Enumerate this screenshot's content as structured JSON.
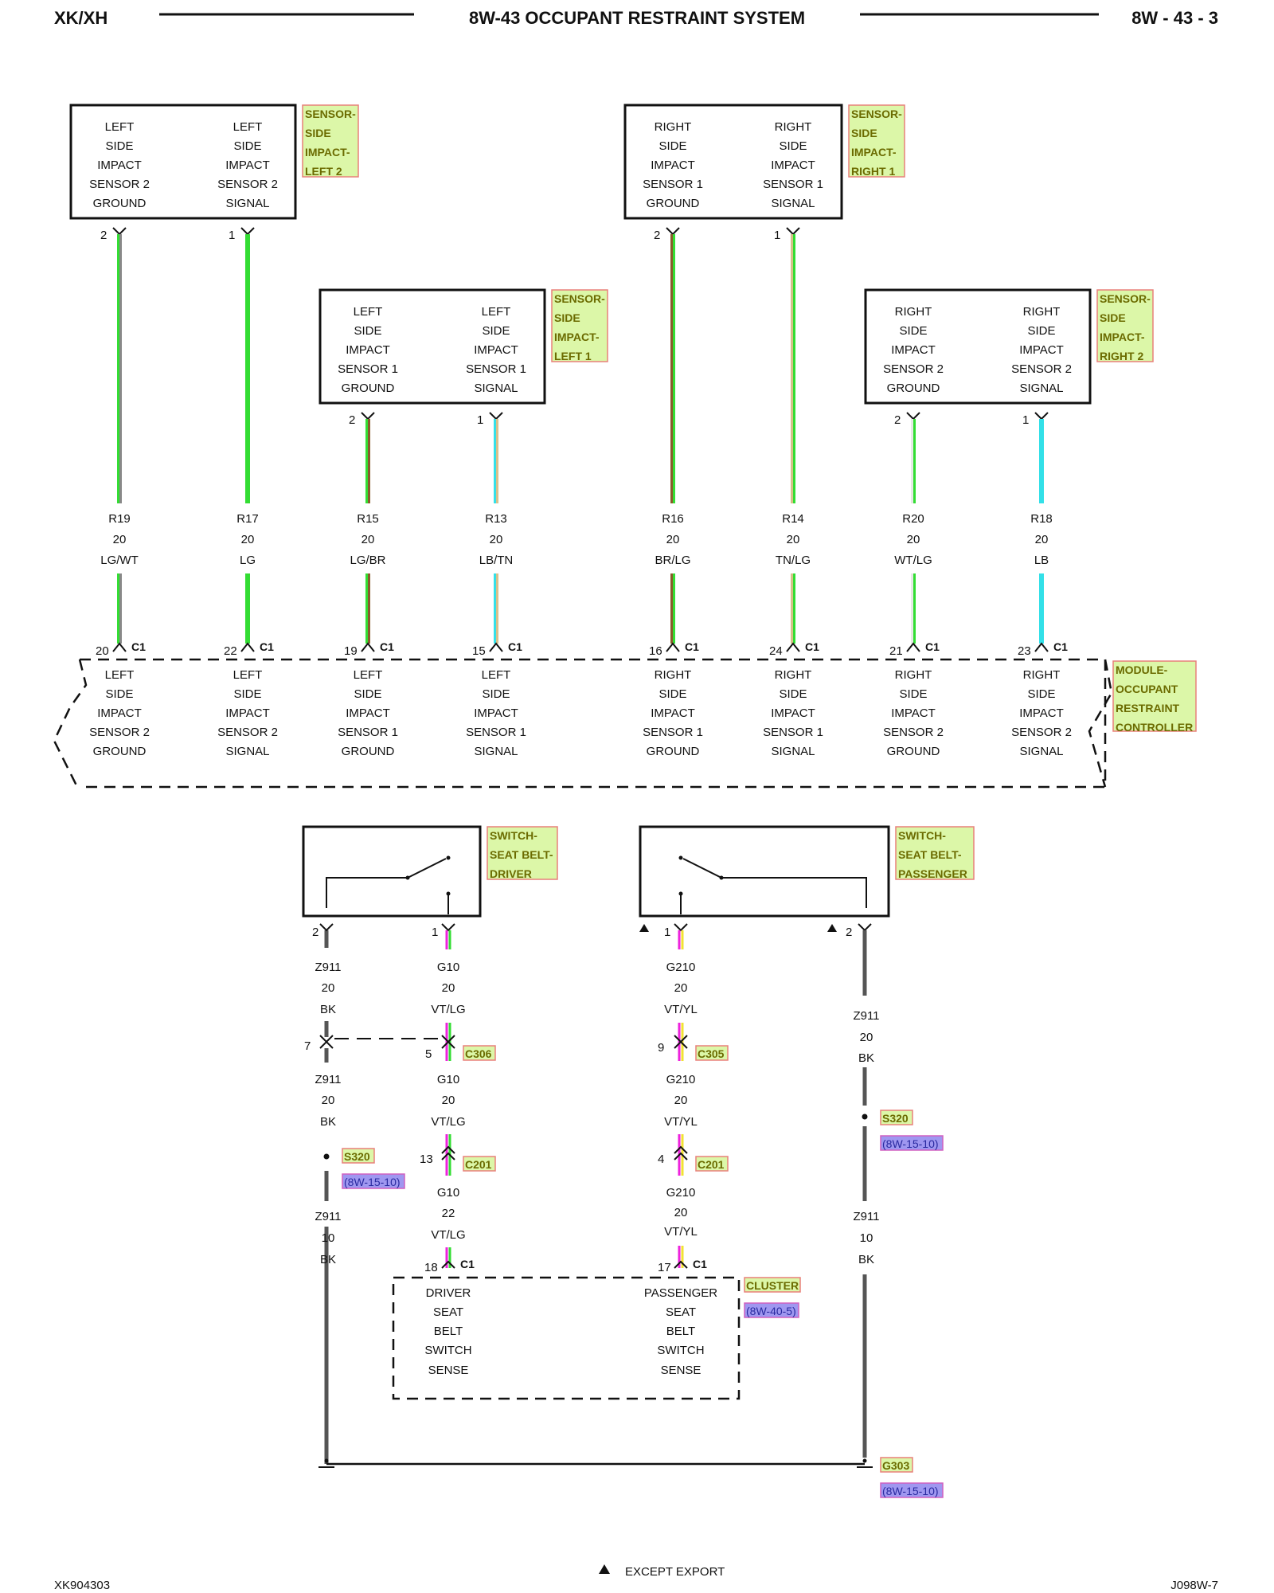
{
  "header": {
    "model": "XK/XH",
    "title": "8W-43 OCCUPANT RESTRAINT SYSTEM",
    "page": "8W - 43 - 3"
  },
  "sensors": [
    {
      "tag": [
        "SENSOR-",
        "SIDE",
        "IMPACT-",
        "LEFT 2"
      ],
      "pins": [
        {
          "pin": "2",
          "label": [
            "LEFT",
            "SIDE",
            "IMPACT",
            "SENSOR 2",
            "GROUND"
          ],
          "circuit": "R19",
          "gauge": "20",
          "color": "LG/WT",
          "cavity": "20",
          "colors": [
            "#33dd33",
            "#888888"
          ]
        },
        {
          "pin": "1",
          "label": [
            "LEFT",
            "SIDE",
            "IMPACT",
            "SENSOR 2",
            "SIGNAL"
          ],
          "circuit": "R17",
          "gauge": "20",
          "color": "LG",
          "cavity": "22",
          "colors": [
            "#33dd33"
          ]
        }
      ]
    },
    {
      "tag": [
        "SENSOR-",
        "SIDE",
        "IMPACT-",
        "LEFT 1"
      ],
      "pins": [
        {
          "pin": "2",
          "label": [
            "LEFT",
            "SIDE",
            "IMPACT",
            "SENSOR 1",
            "GROUND"
          ],
          "circuit": "R15",
          "gauge": "20",
          "color": "LG/BR",
          "cavity": "19",
          "colors": [
            "#33dd33",
            "#8a5a2b"
          ]
        },
        {
          "pin": "1",
          "label": [
            "LEFT",
            "SIDE",
            "IMPACT",
            "SENSOR 1",
            "SIGNAL"
          ],
          "circuit": "R13",
          "gauge": "20",
          "color": "LB/TN",
          "cavity": "15",
          "colors": [
            "#33e0e8",
            "#d8c08a"
          ]
        }
      ]
    },
    {
      "tag": [
        "SENSOR-",
        "SIDE",
        "IMPACT-",
        "RIGHT 1"
      ],
      "pins": [
        {
          "pin": "2",
          "label": [
            "RIGHT",
            "SIDE",
            "IMPACT",
            "SENSOR 1",
            "GROUND"
          ],
          "circuit": "R16",
          "gauge": "20",
          "color": "BR/LG",
          "cavity": "16",
          "colors": [
            "#8a5a2b",
            "#33dd33"
          ]
        },
        {
          "pin": "1",
          "label": [
            "RIGHT",
            "SIDE",
            "IMPACT",
            "SENSOR 1",
            "SIGNAL"
          ],
          "circuit": "R14",
          "gauge": "20",
          "color": "TN/LG",
          "cavity": "24",
          "colors": [
            "#d8c08a",
            "#33dd33"
          ]
        }
      ]
    },
    {
      "tag": [
        "SENSOR-",
        "SIDE",
        "IMPACT-",
        "RIGHT 2"
      ],
      "pins": [
        {
          "pin": "2",
          "label": [
            "RIGHT",
            "SIDE",
            "IMPACT",
            "SENSOR 2",
            "GROUND"
          ],
          "circuit": "R20",
          "gauge": "20",
          "color": "WT/LG",
          "cavity": "21",
          "colors": [
            "#e8e8e8",
            "#33dd33"
          ]
        },
        {
          "pin": "1",
          "label": [
            "RIGHT",
            "SIDE",
            "IMPACT",
            "SENSOR 2",
            "SIGNAL"
          ],
          "circuit": "R18",
          "gauge": "20",
          "color": "LB",
          "cavity": "23",
          "colors": [
            "#33e0e8"
          ]
        }
      ]
    }
  ],
  "module": {
    "tag": [
      "MODULE-",
      "OCCUPANT",
      "RESTRAINT",
      "CONTROLLER"
    ],
    "connector": "C1"
  },
  "switches": {
    "driver": {
      "tag": [
        "SWITCH-",
        "SEAT BELT-",
        "DRIVER"
      ],
      "pin2": {
        "pin": "2",
        "segments": [
          {
            "circuit": "Z911",
            "gauge": "20",
            "color": "BK"
          },
          {
            "circuit": "Z911",
            "gauge": "20",
            "color": "BK"
          },
          {
            "circuit": "Z911",
            "gauge": "10",
            "color": "BK"
          }
        ],
        "inline_cavity": "7",
        "splice": "S320",
        "splice_ref": "(8W-15-10)"
      },
      "pin1": {
        "pin": "1",
        "segments": [
          {
            "circuit": "G10",
            "gauge": "20",
            "color": "VT/LG"
          },
          {
            "circuit": "G10",
            "gauge": "20",
            "color": "VT/LG"
          },
          {
            "circuit": "G10",
            "gauge": "22",
            "color": "VT/LG"
          }
        ],
        "cavities": [
          "5",
          "13",
          "18"
        ],
        "connectors": [
          "C306",
          "C201",
          "C1"
        ]
      }
    },
    "passenger": {
      "tag": [
        "SWITCH-",
        "SEAT BELT-",
        "PASSENGER"
      ],
      "pin1": {
        "pin": "1",
        "segments": [
          {
            "circuit": "G210",
            "gauge": "20",
            "color": "VT/YL"
          },
          {
            "circuit": "G210",
            "gauge": "20",
            "color": "VT/YL"
          },
          {
            "circuit": "G210",
            "gauge": "20",
            "color": "VT/YL"
          }
        ],
        "cavities": [
          "9",
          "4",
          "17"
        ],
        "connectors": [
          "C305",
          "C201",
          "C1"
        ]
      },
      "pin2": {
        "pin": "2",
        "segments": [
          {
            "circuit": "Z911",
            "gauge": "20",
            "color": "BK"
          },
          {
            "circuit": "Z911",
            "gauge": "10",
            "color": "BK"
          }
        ],
        "splice": "S320",
        "splice_ref": "(8W-15-10)"
      }
    }
  },
  "cluster": {
    "tag": "CLUSTER",
    "ref": "(8W-40-5)",
    "left": [
      "DRIVER",
      "SEAT",
      "BELT",
      "SWITCH",
      "SENSE"
    ],
    "right": [
      "PASSENGER",
      "SEAT",
      "BELT",
      "SWITCH",
      "SENSE"
    ]
  },
  "ground": {
    "tag": "G303",
    "ref": "(8W-15-10)"
  },
  "footer": {
    "left": "XK904303",
    "center": "EXCEPT EXPORT",
    "right": "J098W-7"
  },
  "wire_colors": {
    "violet": "#ee22dd",
    "yellow": "#f2e233",
    "black": "#555555",
    "pink": "#ff77ee"
  }
}
